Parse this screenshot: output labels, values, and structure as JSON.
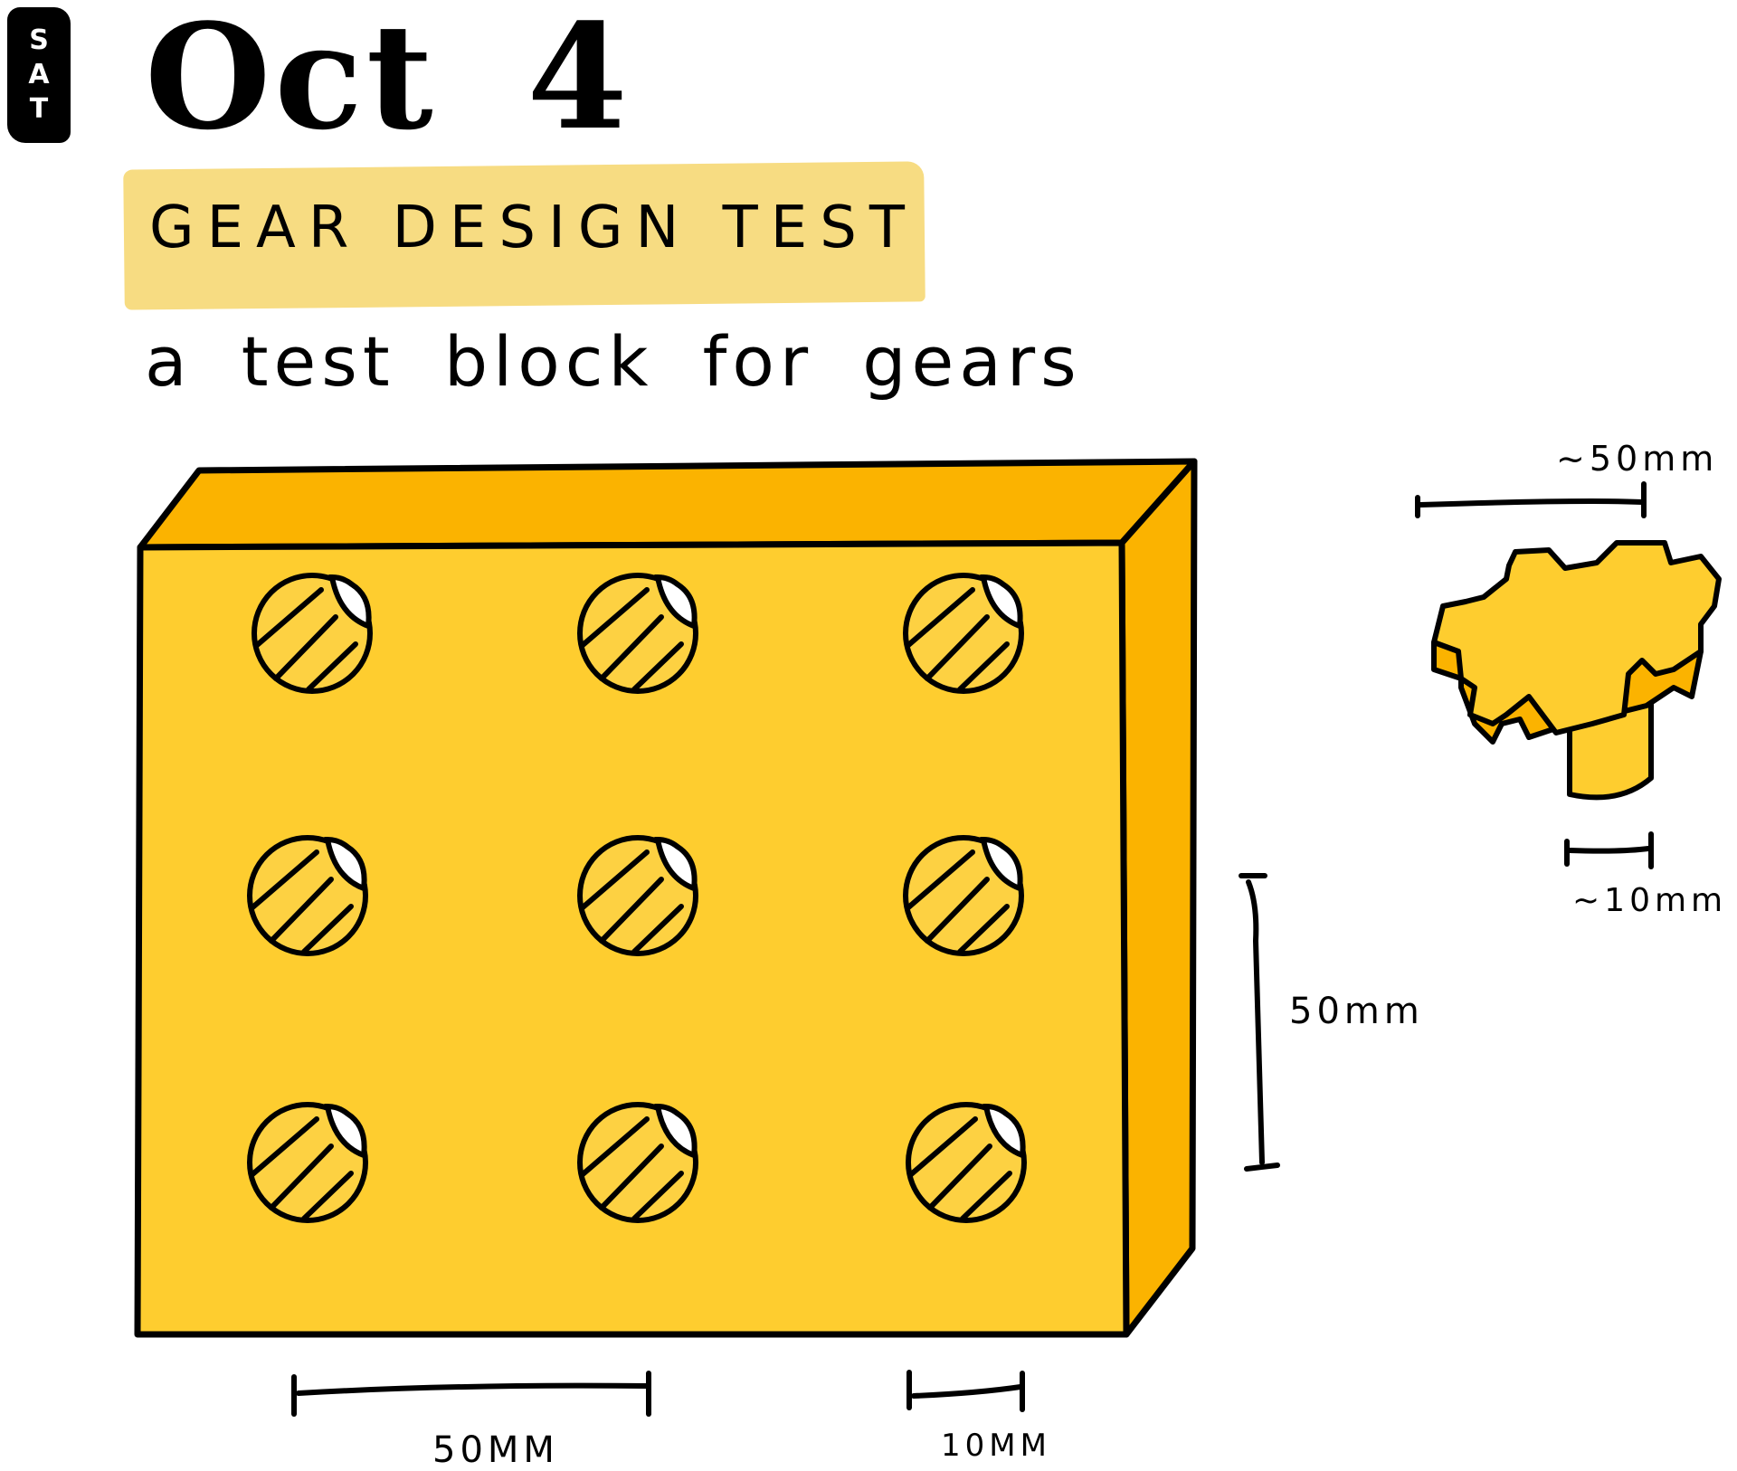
{
  "header": {
    "day": [
      "S",
      "A",
      "T"
    ],
    "date_month": "Oct",
    "date_day": "4"
  },
  "title": "GEAR DESIGN TEST",
  "subtitle": "a test block for gears",
  "block": {
    "holes_rows": 3,
    "holes_cols": 3,
    "face_color": "#fecd2f",
    "shade_color": "#fbb300",
    "hole_fill": "#fdd142"
  },
  "dimensions": {
    "hole_spacing": "50MM",
    "hole_diameter": "10MM",
    "row_spacing": "50mm",
    "gear_width": "~50mm",
    "gear_shaft": "~10mm"
  },
  "colors": {
    "highlight": "#f7dc82",
    "ink": "#000000"
  }
}
